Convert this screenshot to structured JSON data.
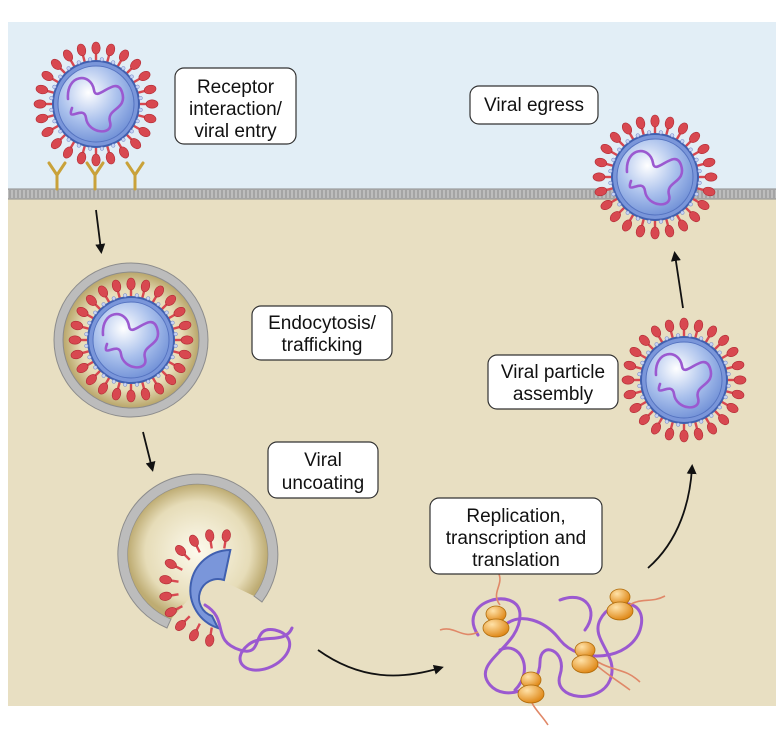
{
  "colors": {
    "extracellular": "#e1eef6",
    "cytoplasm": "#e8dfc3",
    "membrane": "#a8a8a8",
    "virus_core": "#8aa8e0",
    "virus_shell": "#4060b0",
    "genome": "#9b59d0",
    "spike": "#d84850",
    "receptor": "#c9a23a",
    "ribosome": "#f0a030",
    "mrna": "#d88868"
  },
  "labels": {
    "entry": [
      "Receptor",
      "interaction/",
      "viral entry"
    ],
    "endocytosis": [
      "Endocytosis/",
      "trafficking"
    ],
    "uncoating": [
      "Viral",
      "uncoating"
    ],
    "replication": [
      "Replication,",
      "transcription and",
      "translation"
    ],
    "assembly": [
      "Viral particle",
      "assembly"
    ],
    "egress": [
      "Viral egress"
    ]
  }
}
